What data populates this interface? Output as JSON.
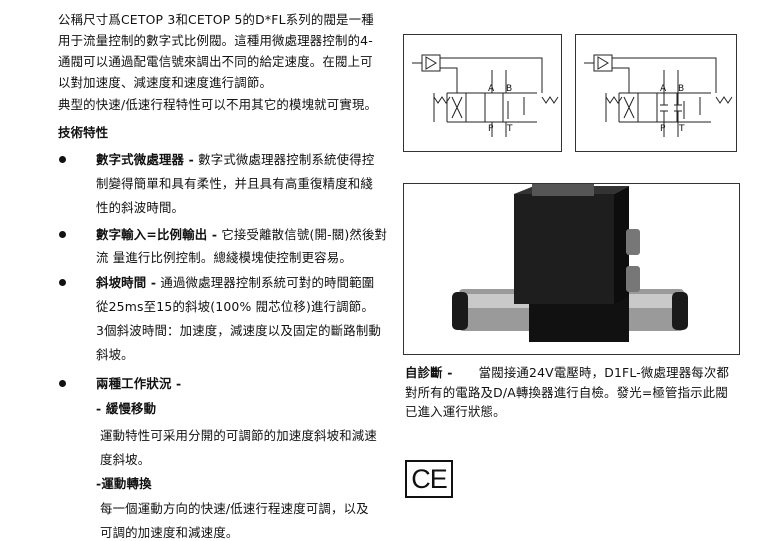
{
  "intro": {
    "lines": [
      "公稱尺寸爲CETOP 3和CETOP 5的D*FL系列的閥是一種",
      "用于流量控制的數字式比例閥。這種用微處理器控制的4-",
      "通閥可以通過配電信號來調出不同的給定速度。在閥上可",
      "以對加速度、減速度和速度進行調節。"
    ],
    "para2": "典型的快速/低速行程特性可以不用其它的模塊就可實現。"
  },
  "features": {
    "heading": "技術特性",
    "items": [
      {
        "title": "數字式微處理器 -",
        "lines": [
          "數字式微處理器控制系統使得控",
          "制變得簡單和具有柔性，并且具有高重復精度和綫",
          "性的斜波時間。"
        ]
      },
      {
        "title": "數字輸入=比例輸出 -",
        "lines": [
          "它接受離散信號(開-關)然後對",
          " 流 量進行比例控制。總綫模塊使控制更容易。"
        ]
      },
      {
        "title": "斜坡時間 -",
        "lines": [
          "通過微處理器控制系統可對的時間範圍",
          " 從25ms至15的斜坡(100% 閥芯位移)進行調節。",
          "3個斜波時間：加速度，減速度以及固定的斷路制動",
          "斜坡。"
        ]
      },
      {
        "title": "兩種工作狀況 -",
        "sub": [
          {
            "title": "- 緩慢移動",
            "lines": [
              "運動特性可采用分開的可調節的加速度斜坡和減速",
              "度斜坡。"
            ]
          },
          {
            "title": "-運動轉換",
            "lines": [
              "每一個運動方向的快速/低速行程速度可調，以及",
              "可調的加速度和減速度。"
            ]
          }
        ]
      }
    ]
  },
  "diagrams": {
    "port_a": "A",
    "port_b": "B",
    "port_p": "P",
    "port_t": "T"
  },
  "diagnosis": {
    "title": "自診斷 -",
    "lines": [
      "當閥接通24V電壓時，D1FL-微處理器每次都",
      "對所有的電路及D/A轉換器進行自檢。發光=極管指示此閥",
      "已進入運行狀態。"
    ]
  },
  "ce_mark": "CE"
}
